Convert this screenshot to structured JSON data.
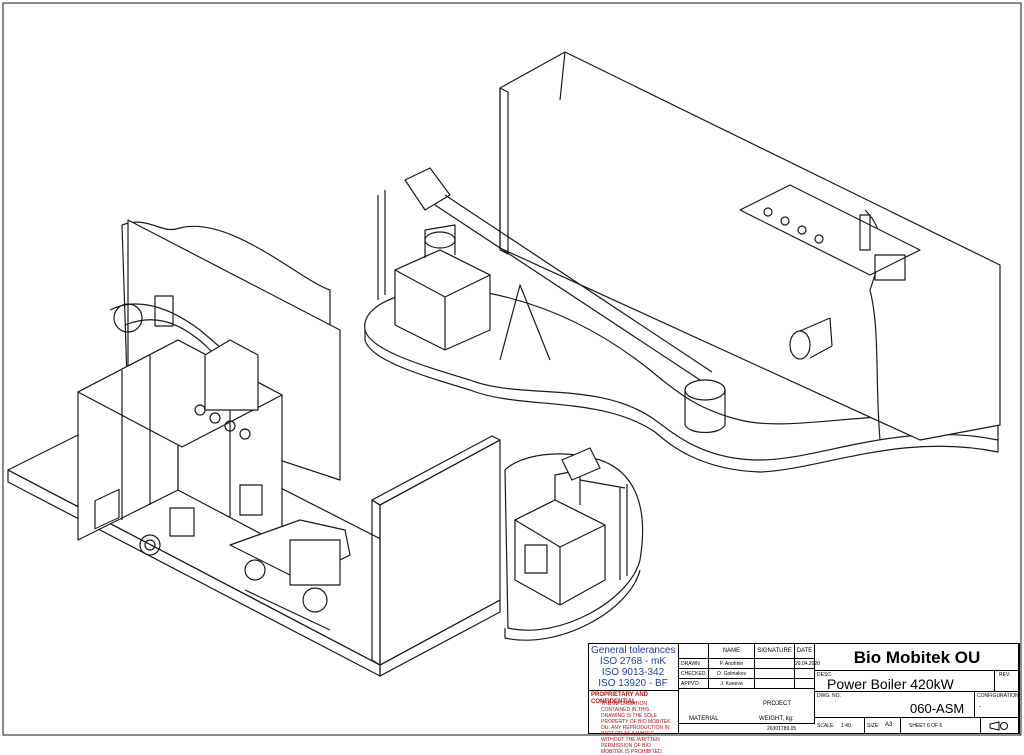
{
  "title_block": {
    "company": "Bio Mobitek OU",
    "desc_label": "DESC.",
    "description": "Power Boiler 420kW",
    "rev_label": "REV.",
    "dwg_no_label": "DWG. NO.",
    "dwg_no": "060-ASM",
    "config_label": "CONFIGURATION",
    "config_value": "-",
    "scale_label": "SCALE:",
    "scale": "1:40",
    "size_label": "SIZE:",
    "size": "A3",
    "sheet": "SHEET 6 OF 6",
    "tolerances_title": "General tolerances",
    "tolerances": [
      "ISO 2768 - mK",
      "ISO 9013-342",
      "ISO 13920 - BF"
    ],
    "proprietary_title": "PROPRIETARY AND CONFIDENTIAL",
    "proprietary_text": "THE INFORMATION CONTAINED IN THIS DRAWING IS THE SOLE PROPERTY OF BIO MOBITEK OU. ANY REPRODUCTION IN PART OR AS A WHOLE WITHOUT THE WRITTEN PERMISSION OF BIO MOBITEK IS PROHIBITED.",
    "headers": {
      "name": "NAME",
      "signature": "SIGNATURE",
      "date": "DATE"
    },
    "rows": [
      {
        "role": "DRAWN",
        "name": "P. Anohhin",
        "date": "29.04.2020"
      },
      {
        "role": "CHECKED",
        "name": "O. Golmakov",
        "date": ""
      },
      {
        "role": "APPV'D",
        "name": "J. Kaneva",
        "date": ""
      }
    ],
    "project_label": "PROJECT",
    "material_label": "MATERIAL",
    "weight_label": "WEIGHT, kg:",
    "weight": "26301789.05"
  },
  "colors": {
    "line": "#1a1a1a",
    "tolerance_text": "#1f3f9a",
    "proprietary_text": "#b01010"
  }
}
